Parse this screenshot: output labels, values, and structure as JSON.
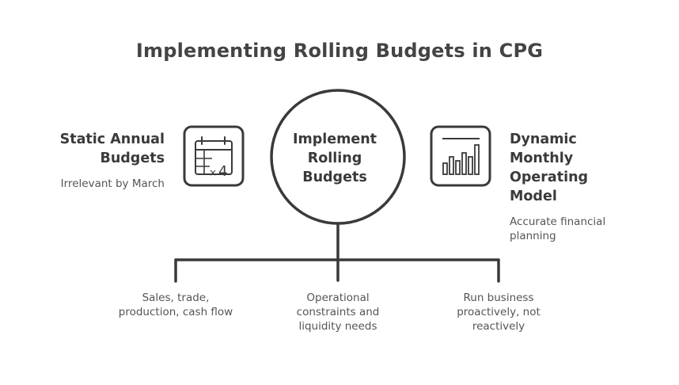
{
  "title": "Implementing Rolling Budgets in CPG",
  "center": {
    "label_line1": "Implement",
    "label_line2": "Rolling",
    "label_line3": "Budgets"
  },
  "left": {
    "heading_line1": "Static Annual",
    "heading_line2": "Budgets",
    "description": "Irrelevant by March",
    "icon": "calendar-x4-icon"
  },
  "right": {
    "heading_line1": "Dynamic",
    "heading_line2": "Monthly",
    "heading_line3": "Operating",
    "heading_line4": "Model",
    "description_line1": "Accurate financial",
    "description_line2": "planning",
    "icon": "bar-chart-icon"
  },
  "branches": [
    {
      "line1": "Sales, trade,",
      "line2": "production, cash flow"
    },
    {
      "line1": "Operational",
      "line2": "constraints and",
      "line3": "liquidity needs"
    },
    {
      "line1": "Run business",
      "line2": "proactively, not",
      "line3": "reactively"
    }
  ],
  "colors": {
    "stroke": "#3a3a3a",
    "text": "#3a3a3a",
    "background": "#ffffff"
  }
}
